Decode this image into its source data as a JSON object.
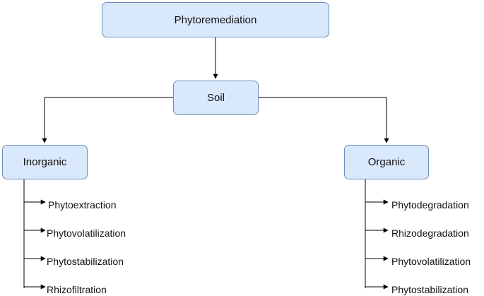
{
  "diagram": {
    "root": "Phytoremediation",
    "medium": "Soil",
    "branches": [
      {
        "label": "Inorganic",
        "methods": [
          "Phytoextraction",
          "Phytovolatilization",
          "Phytostabilization",
          "Rhizofiltration"
        ]
      },
      {
        "label": "Organic",
        "methods": [
          "Phytodegradation",
          "Rhizodegradation",
          "Phytovolatilization",
          "Phytostabilization"
        ]
      }
    ]
  },
  "colors": {
    "node_fill": "#dae8fc",
    "node_border": "#6c8ebf",
    "line": "#000000"
  }
}
